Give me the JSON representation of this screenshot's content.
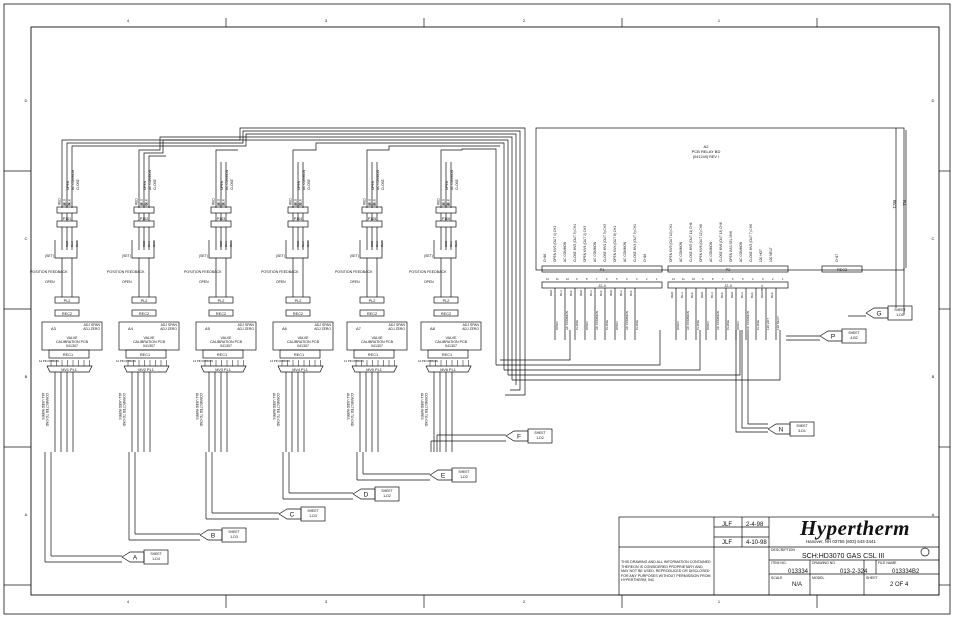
{
  "frame": {
    "top_zones": [
      "4",
      "3",
      "2",
      "1"
    ],
    "bottom_zones": [
      "4",
      "3",
      "2",
      "1"
    ],
    "side_zones": [
      "D",
      "C",
      "B",
      "A"
    ]
  },
  "valves": [
    {
      "conn": "J101",
      "plug": "P101",
      "ref": "A3",
      "harness": "MV1 PL1"
    },
    {
      "conn": "J102",
      "plug": "P102",
      "ref": "A4",
      "harness": "MV2 PL1"
    },
    {
      "conn": "J103",
      "plug": "P103",
      "ref": "A5",
      "harness": "MV3 PL1"
    },
    {
      "conn": "J104",
      "plug": "P104",
      "ref": "A6",
      "harness": "MV4 PL1"
    },
    {
      "conn": "J105",
      "plug": "P105",
      "ref": "A7",
      "harness": "MV5 PL1"
    },
    {
      "conn": "J106",
      "plug": "P106",
      "ref": "A8",
      "harness": "MV6 PL1"
    }
  ],
  "valve_common": {
    "wires_top": [
      "RED",
      "BLU",
      "BLK"
    ],
    "signals_top": [
      "OPEN",
      "AC COMMON",
      "CLOSE"
    ],
    "set_label": "(SET)",
    "wires_mid": [
      "RED",
      "BLU",
      "BLK"
    ],
    "position_feedback": "POSITION FEEDBACK",
    "open": "OPEN",
    "pl2": "PL2",
    "rec2": "REC2",
    "adj_span": "ADJ SPAN",
    "adj_zero": "ADJ ZERO",
    "board_line1": "VALVE",
    "board_line2": "CALIBRATION PCB",
    "board_part": "041307",
    "rec1": "REC1",
    "pin_ribbon": "14 PIN RIBBON",
    "all_used_wires_1": "ALL USED WIRES",
    "all_used_wires_2": "CONNECTED TO GND"
  },
  "relay": {
    "ref": "A2",
    "name": "PCB RELAY BD",
    "part": "(041249) REV I",
    "p1": "P1",
    "j2_4": "J2-4",
    "p2": "P2",
    "j2_3": "J2-3",
    "rec3": "REC3",
    "ch17": "CH17",
    "rec1_label": "REC1",
    "pl1_label": "PL1",
    "pin_labels_p1": [
      "CH16",
      "OPEN MV2 (OUT 4) CH1",
      "AC COMMON",
      "CLOSE MV2 (OUT 5) CH4",
      "OPEN MV1 (OUT 2) CH3",
      "AC COMMON",
      "CLOSE MV1 (OUT 3) CH3",
      "OPEN MV4 (OUT 8) CH1",
      "AC COMMON",
      "CLOSE MV4 (OUT 9) CH1",
      "CH16"
    ],
    "pin_labels_p2": [
      "OPEN MV5 (OUT 10) CH1",
      "AC COMMON",
      "CLOSE MV5 (OUT 11) CH6",
      "OPEN MV6 (OUT 12) CH6",
      "AC COMMON",
      "CLOSE MV6 (OUT 13) CH6",
      "OPEN GAS SEL MV6",
      "AC COMMON",
      "CLOSE MV3 (OUT 7) CH6",
      "120 HOT",
      "120 NEUT"
    ],
    "lower_wires_p1": [
      "RED",
      "BLU",
      "BLK",
      "RED",
      "BLU",
      "BLK",
      "RED",
      "BLU",
      "BLK"
    ],
    "lower_sig_p1": [
      "OPEN",
      "AC COMMON",
      "CLOSE",
      "OPEN",
      "AC COMMON",
      "CLOSE",
      "OPEN",
      "AC COMMON",
      "CLOSE"
    ],
    "lower_wires_p2": [
      "RED",
      "BLU",
      "BLK",
      "RED",
      "BLU",
      "BLK",
      "RED",
      "BLU",
      "BLK",
      "RED/BLU",
      "BLK"
    ],
    "lower_sig_p2": [
      "OPEN",
      "AC COMMON",
      "CLOSE",
      "OPEN",
      "AC COMMON",
      "CLOSE",
      "OPEN",
      "AC COMMON",
      "CLOSE",
      "120 HOT",
      "120 NEUT"
    ]
  },
  "offsheet": [
    {
      "letter": "A",
      "sheet": "SHEET",
      "ref": "1-D4"
    },
    {
      "letter": "B",
      "sheet": "SHEET",
      "ref": "1-D3"
    },
    {
      "letter": "C",
      "sheet": "SHEET",
      "ref": "1-D3"
    },
    {
      "letter": "D",
      "sheet": "SHEET",
      "ref": "1-D2"
    },
    {
      "letter": "E",
      "sheet": "SHEET",
      "ref": "1-D2"
    },
    {
      "letter": "F",
      "sheet": "SHEET",
      "ref": "1-D2"
    },
    {
      "letter": "N",
      "sheet": "SHEET",
      "ref": "3-D1"
    },
    {
      "letter": "P",
      "sheet": "SHEET",
      "ref": "4-B2"
    },
    {
      "letter": "G",
      "sheet": "SHEET",
      "ref": "1-D1"
    }
  ],
  "title_block": {
    "notice": "THIS DRAWING AND ALL INFORMATION CONTAINED THEREON IS CONSIDERED PROPRIETARY AND MAY NOT BE USED, REPRODUCED OR DISCLOSED FOR ANY PURPOSES WITHOUT PERMISSION FROM HYPERTHERM, INC.",
    "drawn_by": "JLF",
    "drawn_date": "2-4-98",
    "checked_by": "JLF",
    "checked_date": "4-10-98",
    "brand": "Hypertherm",
    "address": "Hanover, NH 03755  (603) 643-3441",
    "description_label": "DESCRIPTION",
    "description": "SCH:HD3070 GAS CSL III",
    "item_label": "ITEM NO.",
    "item": "013334",
    "drawing_label": "DRAWING NO.",
    "drawing": "013-2-324",
    "file_label": "FILE NAME",
    "file": "013334B2",
    "scale_label": "SCALE",
    "scale": "N/A",
    "model_label": "MODEL",
    "sheet_label": "SHEET",
    "sheet": "2 OF 4"
  },
  "colors": {
    "line": "#111111",
    "background": "#ffffff"
  }
}
